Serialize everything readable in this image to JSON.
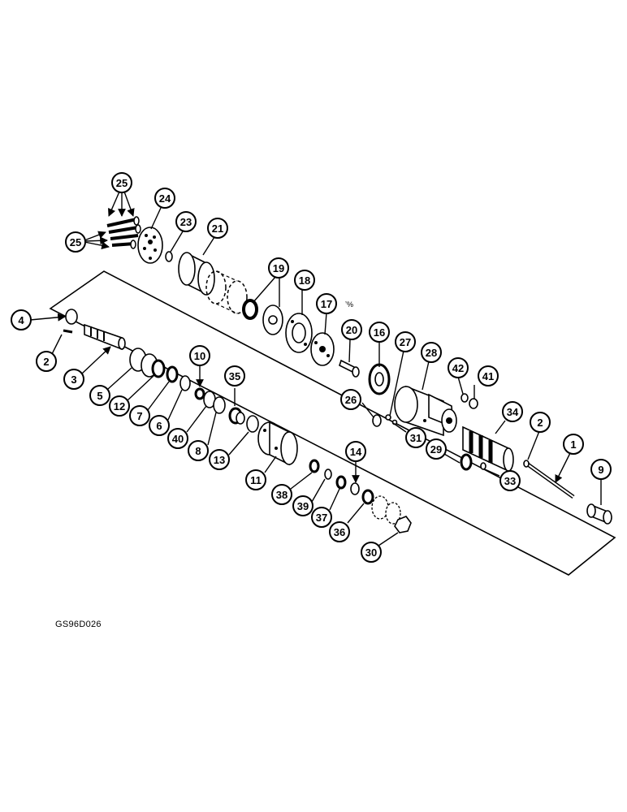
{
  "figure_code": "GS96D026",
  "callouts": [
    "1",
    "2",
    "2",
    "3",
    "4",
    "5",
    "6",
    "7",
    "8",
    "9",
    "10",
    "11",
    "12",
    "13",
    "14",
    "16",
    "17",
    "18",
    "19",
    "20",
    "21",
    "23",
    "24",
    "25",
    "25",
    "26",
    "27",
    "28",
    "29",
    "30",
    "31",
    "33",
    "34",
    "35",
    "36",
    "37",
    "38",
    "39",
    "40",
    "41",
    "42"
  ],
  "colors": {
    "ink": "#000000",
    "paper": "#ffffff"
  }
}
